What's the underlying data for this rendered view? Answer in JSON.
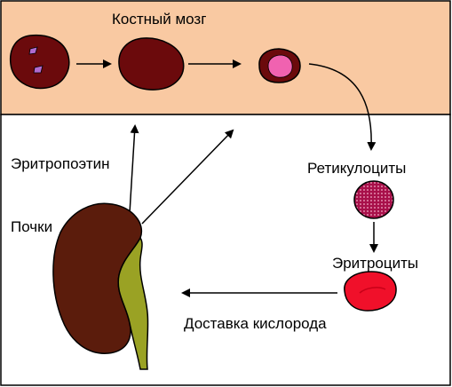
{
  "labels": {
    "bone_marrow": "Костный мозг",
    "erythropoietin": "Эритропоэтин",
    "kidneys": "Почки",
    "reticulocytes": "Ретикулоциты",
    "erythrocytes": "Эритроциты",
    "oxygen_delivery": "Доставка кислорода"
  },
  "colors": {
    "marrow_band": "#f9c9a2",
    "cell_dark": "#6b0a0c",
    "nucleus_purple": "#b06bd0",
    "nucleus_pink": "#f062b0",
    "reticulocyte": "#a8104a",
    "erythrocyte": "#f0102a",
    "kidney": "#5b1c0c",
    "ureter": "#9aa224"
  }
}
